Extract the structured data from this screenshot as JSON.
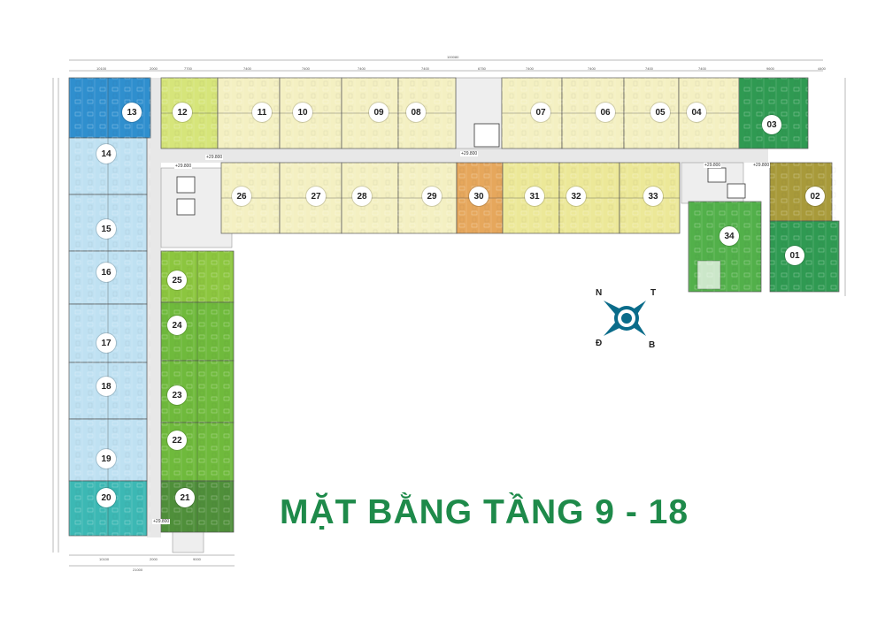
{
  "title": "MẶT BẰNG TẦNG 9 - 18",
  "colors": {
    "blue_dark": "#2f8fce",
    "blue_light": "#bfe1f2",
    "teal": "#3cb8b4",
    "lime": "#d6e57a",
    "cream": "#f4f0c2",
    "yellow": "#ece898",
    "orange": "#e6a75c",
    "green_light": "#8cc63f",
    "green_mid": "#52b04a",
    "green_dark": "#2f9a52",
    "olive": "#a89a3a",
    "title_green": "#1e8a4a"
  },
  "units": [
    {
      "id": "u01",
      "label": "01"
    },
    {
      "id": "u02",
      "label": "02"
    },
    {
      "id": "u03",
      "label": "03"
    },
    {
      "id": "u04",
      "label": "04"
    },
    {
      "id": "u05",
      "label": "05"
    },
    {
      "id": "u06",
      "label": "06"
    },
    {
      "id": "u07",
      "label": "07"
    },
    {
      "id": "u08",
      "label": "08"
    },
    {
      "id": "u09",
      "label": "09"
    },
    {
      "id": "u10",
      "label": "10"
    },
    {
      "id": "u11",
      "label": "11"
    },
    {
      "id": "u12",
      "label": "12"
    },
    {
      "id": "u13",
      "label": "13"
    },
    {
      "id": "u14",
      "label": "14"
    },
    {
      "id": "u15",
      "label": "15"
    },
    {
      "id": "u16",
      "label": "16"
    },
    {
      "id": "u17",
      "label": "17"
    },
    {
      "id": "u18",
      "label": "18"
    },
    {
      "id": "u19",
      "label": "19"
    },
    {
      "id": "u20",
      "label": "20"
    },
    {
      "id": "u21",
      "label": "21"
    },
    {
      "id": "u22",
      "label": "22"
    },
    {
      "id": "u23",
      "label": "23"
    },
    {
      "id": "u24",
      "label": "24"
    },
    {
      "id": "u25",
      "label": "25"
    },
    {
      "id": "u26",
      "label": "26"
    },
    {
      "id": "u27",
      "label": "27"
    },
    {
      "id": "u28",
      "label": "28"
    },
    {
      "id": "u29",
      "label": "29"
    },
    {
      "id": "u30",
      "label": "30"
    },
    {
      "id": "u31",
      "label": "31"
    },
    {
      "id": "u32",
      "label": "32"
    },
    {
      "id": "u33",
      "label": "33"
    },
    {
      "id": "u34",
      "label": "34"
    }
  ],
  "compass": {
    "n": "N",
    "t": "T",
    "d": "Đ",
    "b": "B"
  },
  "dimensions": {
    "top_overall": "100080",
    "top_segments": [
      "10100",
      "2000",
      "7700",
      "7400",
      "7400",
      "7400",
      "7400",
      "6750",
      "7400",
      "7400",
      "7400",
      "7400",
      "9600",
      "4400"
    ],
    "bottom_segments": [
      "10100",
      "2000",
      "9000"
    ],
    "bottom_overall": "21000"
  },
  "elevations": [
    "+29.800",
    "+29.800",
    "+29.800",
    "+29.800",
    "+29.800",
    "+29.800"
  ]
}
